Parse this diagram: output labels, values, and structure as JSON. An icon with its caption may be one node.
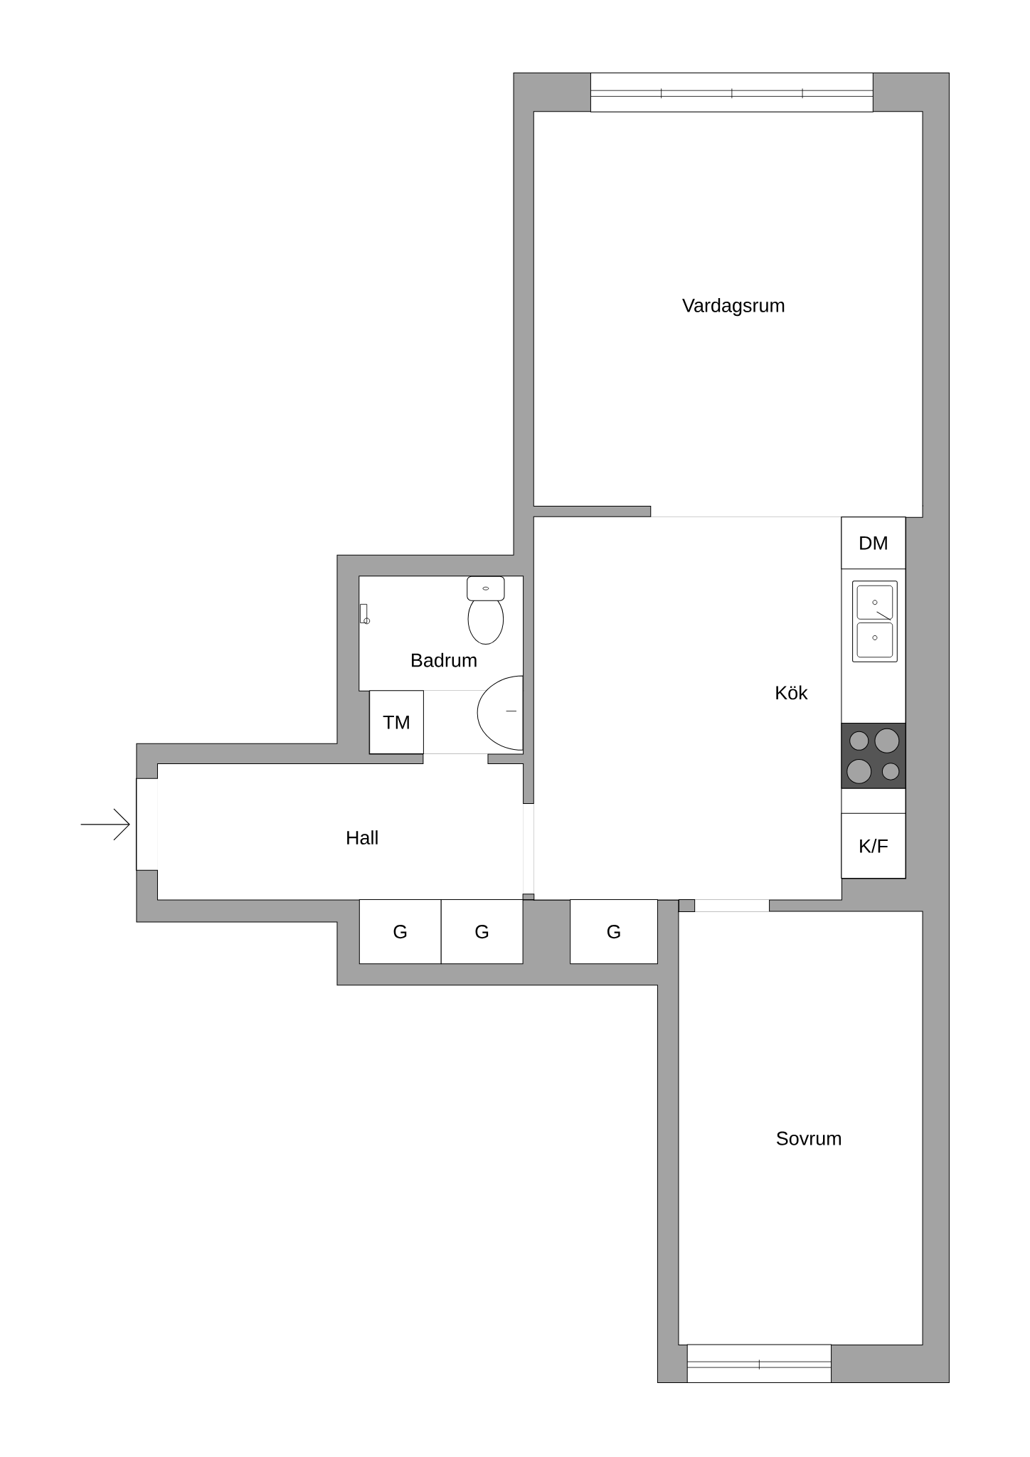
{
  "diagram": {
    "nodes": [
      {
        "text": [
          "DM"
        ]
      },
      {
        "text": [
          "TM"
        ]
      },
      {
        "text": [
          "K/F"
        ]
      },
      {
        "text": [
          "G"
        ]
      },
      {
        "text": [
          "G"
        ]
      },
      {
        "text": [
          "G"
        ]
      }
    ],
    "labels": [
      "Vardagsrum",
      "Badrum",
      "Kök",
      "Hall",
      "Sovrum"
    ]
  }
}
